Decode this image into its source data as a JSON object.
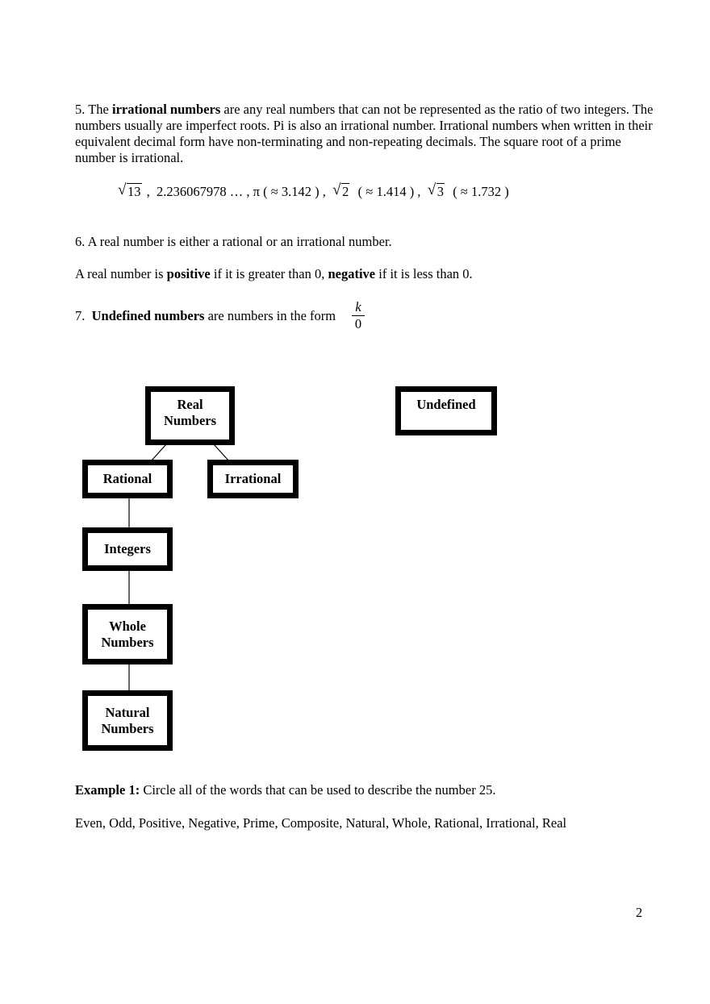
{
  "item5": {
    "prefix": "5.  The ",
    "bold": "irrational numbers",
    "text": " are any real numbers that can not be represented as the ratio of two integers.  The numbers usually are imperfect roots. Pi is also an irrational number.  Irrational numbers when written in their equivalent decimal form have non-terminating and non-repeating decimals. The square root of a prime number is irrational."
  },
  "examples": {
    "sqrt13": "13",
    "sep1": " ,  2.236067978 … , π ( ≈ 3.142 ) ,  ",
    "sqrt2": "2",
    "sep2": "  ( ≈ 1.414 ) ,  ",
    "sqrt3": "3",
    "sep3": "  ( ≈ 1.732 )"
  },
  "item6": {
    "text": "6. A real number is either a rational or an irrational number.",
    "line2_a": "A real number is ",
    "bold_positive": "positive",
    "line2_b": " if it is greater than 0, ",
    "bold_negative": "negative",
    "line2_c": " if it is less than 0."
  },
  "item7": {
    "prefix": "7.  ",
    "bold": "Undefined numbers",
    "text": " are numbers in the form ",
    "frac_num": "k",
    "frac_den": "0"
  },
  "diagram": {
    "real": "Real Numbers",
    "undefined": "Undefined",
    "rational": "Rational",
    "irrational": "Irrational",
    "integers": "Integers",
    "whole": "Whole Numbers",
    "natural": "Natural Numbers"
  },
  "example1": {
    "bold": "Example 1:",
    "text": " Circle all of the words that can be used to describe the number 25.",
    "words": "Even, Odd, Positive, Negative, Prime, Composite, Natural, Whole, Rational, Irrational, Real"
  },
  "page_number": "2"
}
